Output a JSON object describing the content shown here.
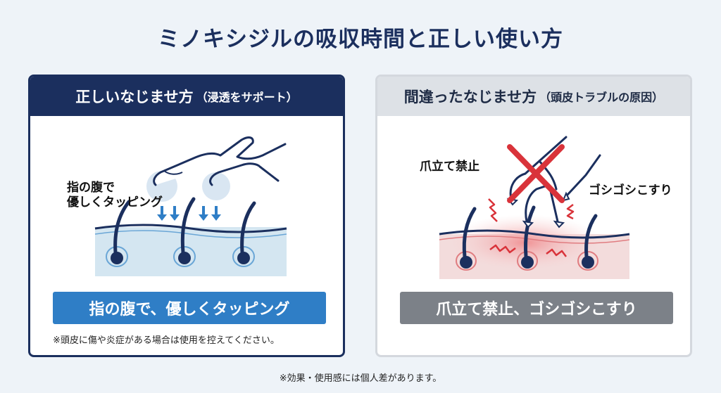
{
  "title": "ミノキシジルの吸収時間と正しい使い方",
  "good": {
    "header_main": "正しいなじませ方",
    "header_sub": "（浸透をサポート）",
    "illus_label_line1": "指の腹で",
    "illus_label_line2": "優しくタッピング",
    "banner": "指の腹で、優しくタッピング",
    "note": "※頭皮に傷や炎症がある場合は使用を控えてください。"
  },
  "bad": {
    "header_main": "間違ったなじませ方",
    "header_sub": "（頭皮トラブルの原因）",
    "label_left": "爪立て禁止",
    "label_right": "ゴシゴシこすり",
    "banner": "爪立て禁止、ゴシゴシこすり"
  },
  "footer": "※効果・使用感には個人差があります。",
  "colors": {
    "navy": "#1b2f5e",
    "blue": "#2f7ec6",
    "gray": "#7c8188",
    "warning_red": "#d9333a"
  }
}
